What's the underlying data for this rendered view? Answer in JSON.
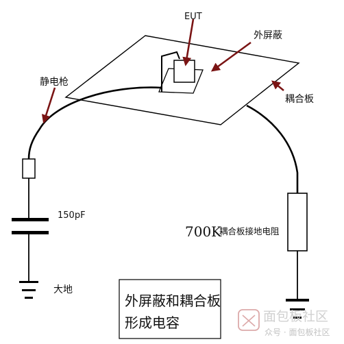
{
  "labels": {
    "eut": "EUT",
    "outer_shield": "外屏蔽",
    "esd_gun": "静电枪",
    "coupling_plate": "耦合板",
    "capacitor_value": "150pF",
    "ground": "大地",
    "resistor_value": "700K",
    "resistor_label": "耦合板接地电阻"
  },
  "caption": {
    "line1": "外屏蔽和耦合板",
    "line2": "形成电容"
  },
  "watermark": {
    "line1": "面包板社区",
    "line2": "众号 · 面包板社区"
  },
  "colors": {
    "line": "#000000",
    "arrow": "#7a1414",
    "watermark": "#c8c8c8"
  }
}
